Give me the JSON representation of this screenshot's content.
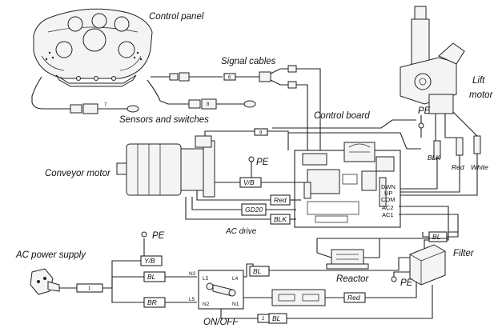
{
  "labels": {
    "control_panel": "Control panel",
    "signal_cables": "Signal cables",
    "sensors_switches": "Sensors and switches",
    "control_board": "Control board",
    "lift_motor_1": "Lift",
    "lift_motor_2": "motor",
    "conveyor_motor": "Conveyor motor",
    "ac_drive": "AC drive",
    "ac_power_supply": "AC power supply",
    "reactor": "Reactor",
    "filter": "Filter",
    "on_off": "ON/OFF"
  },
  "pe": {
    "lift": "PE",
    "conveyor": "PE",
    "supply": "PE",
    "filter": "PE"
  },
  "wires": {
    "conveyor_vb": "V/B",
    "conveyor_red": "Red",
    "gd20": "GD20",
    "drive_blk": "BLK",
    "lift_blk": "BLK",
    "lift_red": "Red",
    "lift_white": "White",
    "filter_bl": "BL",
    "supply_vb": "Y/B",
    "supply_bl": "BL",
    "supply_br": "BR",
    "switch_bl": "BL",
    "switch_out_red": "Red",
    "onoff_bl": "BL"
  },
  "board_pins": [
    "DWN",
    "UP",
    "COM",
    "AC2",
    "AC1"
  ],
  "switch_pins": {
    "l5": "L5",
    "l4": "L4",
    "n2": "N2",
    "n1": "N1",
    "in_n2": "N2",
    "in_l5": "L5"
  },
  "cable_numbers": {
    "c1": "1",
    "c2": "2",
    "c6": "6",
    "c7": "7",
    "c8": "8",
    "c9": "9"
  }
}
